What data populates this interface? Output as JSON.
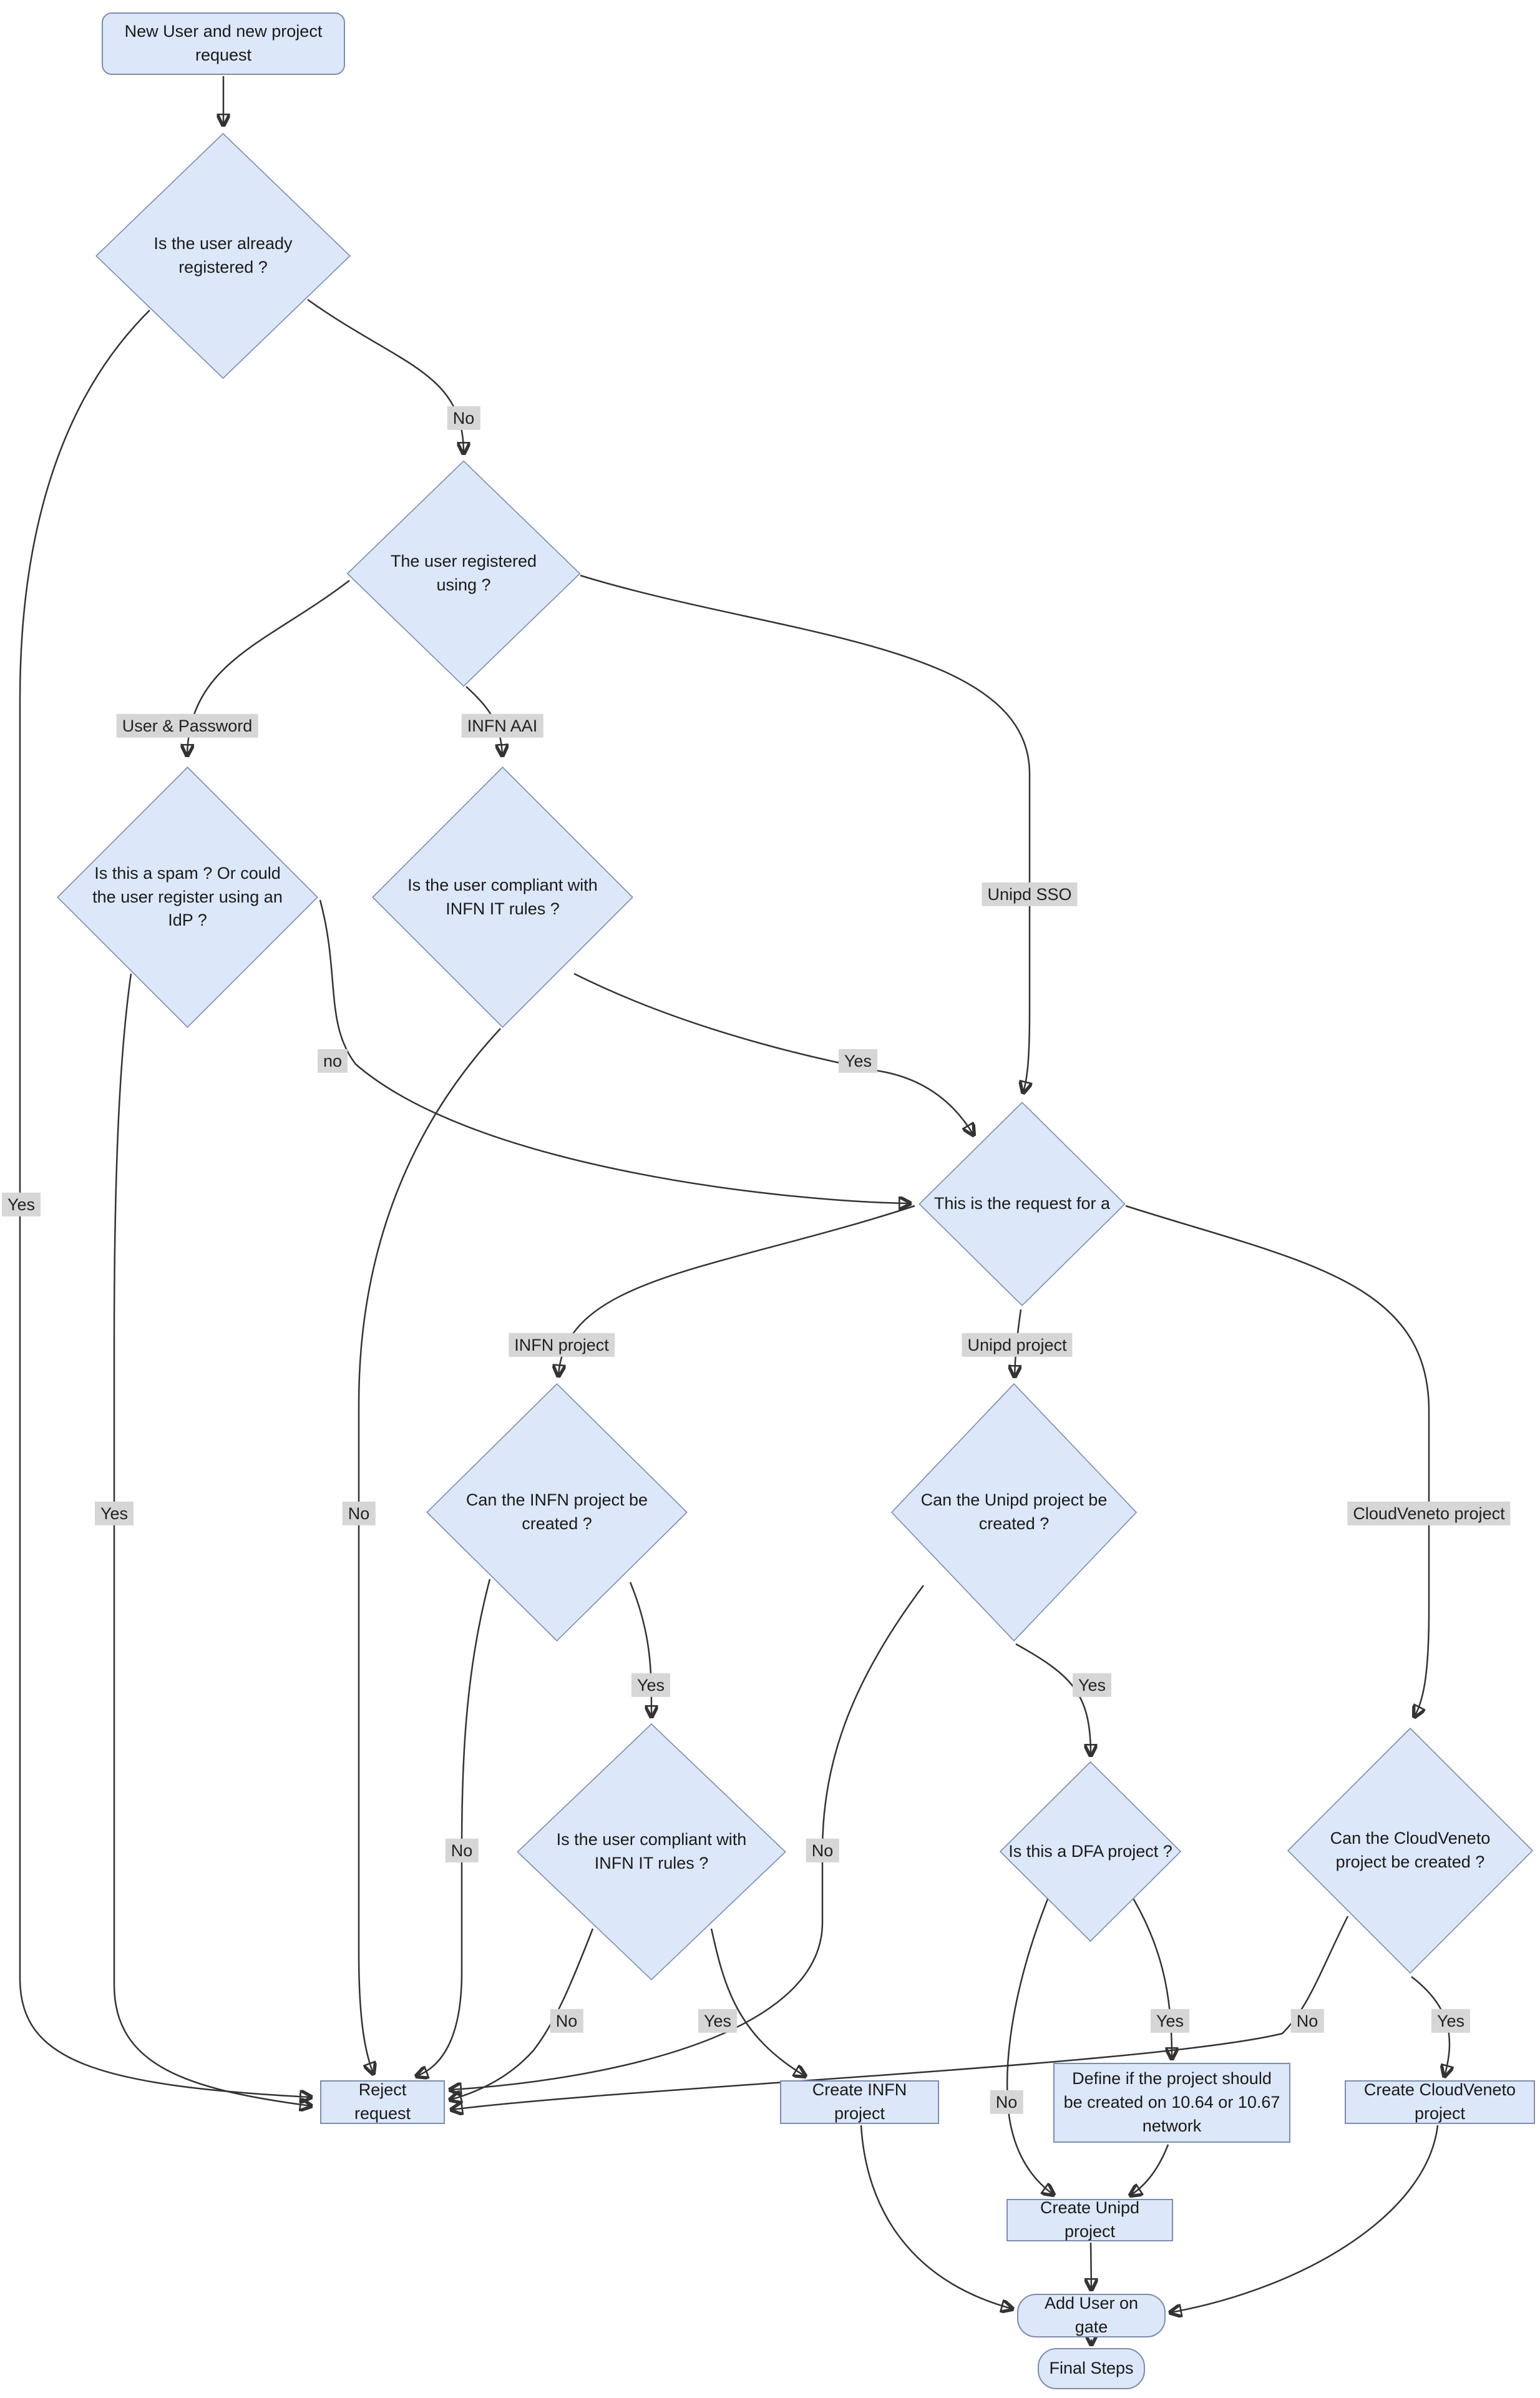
{
  "diagram": {
    "type": "flowchart",
    "colors": {
      "node_fill": "#dce7f9",
      "node_border": "#7e8cab",
      "edge": "#333333",
      "edge_label_bg": "#d6d6d6",
      "background": "#ffffff"
    },
    "nodes": {
      "start": {
        "label": "New User and new project request",
        "shape": "rounded-rect"
      },
      "already_registered": {
        "label": "Is the user already registered ?",
        "shape": "diamond"
      },
      "registered_using": {
        "label": "The user registered using ?",
        "shape": "diamond"
      },
      "spam_idp": {
        "label": "Is this a spam ? Or could the user register using an IdP ?",
        "shape": "diamond"
      },
      "compliant_infn": {
        "label": "Is the user compliant with INFN IT rules ?",
        "shape": "diamond"
      },
      "request_for": {
        "label": "This is the request for a",
        "shape": "diamond"
      },
      "infn_can_create": {
        "label": "Can the INFN project be created ?",
        "shape": "diamond"
      },
      "unipd_can_create": {
        "label": "Can the Unipd project be created ?",
        "shape": "diamond"
      },
      "compliant_infn2": {
        "label": "Is the user compliant with INFN IT rules ?",
        "shape": "diamond"
      },
      "dfa_project": {
        "label": "Is this a DFA project ?",
        "shape": "diamond"
      },
      "cv_can_create": {
        "label": "Can the CloudVeneto project be created ?",
        "shape": "diamond"
      },
      "reject": {
        "label": "Reject request",
        "shape": "rect"
      },
      "create_infn": {
        "label": "Create INFN project",
        "shape": "rect"
      },
      "define_network": {
        "label": "Define if the project should be created on 10.64 or 10.67 network",
        "shape": "rect"
      },
      "create_cv": {
        "label": "Create CloudVeneto project",
        "shape": "rect"
      },
      "create_unipd": {
        "label": "Create Unipd project",
        "shape": "rect"
      },
      "add_user_gate": {
        "label": "Add User on gate",
        "shape": "rounded-rect"
      },
      "final_steps": {
        "label": "Final Steps",
        "shape": "rounded-rect"
      }
    },
    "edge_labels": {
      "a_no": "No",
      "a_yes": "Yes",
      "user_password": "User & Password",
      "infn_aai": "INFN AAI",
      "unipd_sso": "Unipd SSO",
      "c_no": "no",
      "c_yes": "Yes",
      "d_yes": "Yes",
      "d_no": "No",
      "infn_project": "INFN project",
      "unipd_project": "Unipd project",
      "cv_project": "CloudVeneto project",
      "f_yes": "Yes",
      "f_no": "No",
      "g_yes": "Yes",
      "g_no": "No",
      "h_no": "No",
      "h_yes": "Yes",
      "i_yes": "Yes",
      "i_no": "No",
      "j_no": "No",
      "j_yes": "Yes"
    }
  }
}
